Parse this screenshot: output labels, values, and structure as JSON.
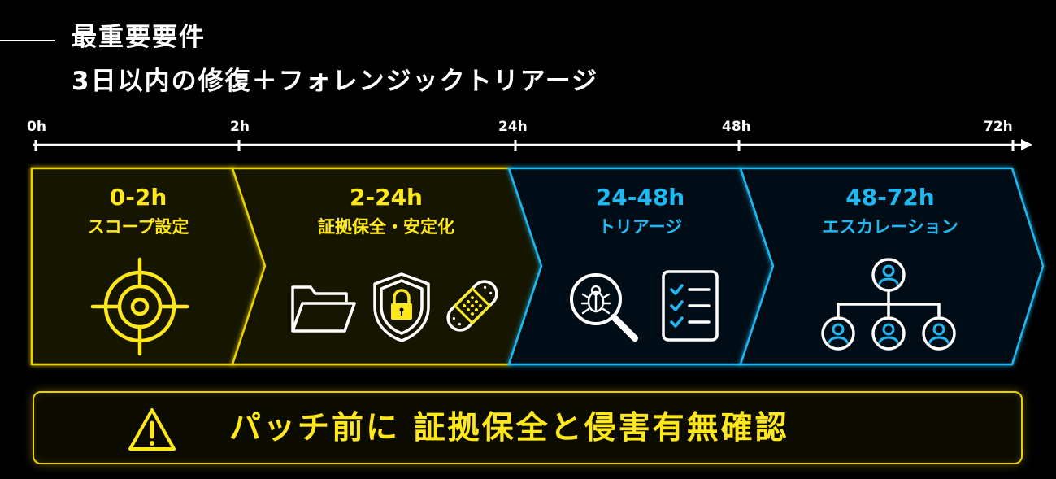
{
  "title": {
    "line1": "最重要要件",
    "line2": "3日以内の修復＋フォレンジックトリアージ"
  },
  "timeline": {
    "ticks": [
      "0h",
      "2h",
      "24h",
      "48h",
      "72h"
    ]
  },
  "stages": [
    {
      "range": "0-2h",
      "name": "スコープ設定",
      "color": "#ffe81a",
      "icons": [
        "target-icon"
      ]
    },
    {
      "range": "2-24h",
      "name": "証拠保全・安定化",
      "color": "#ffe81a",
      "icons": [
        "folder-icon",
        "shield-lock-icon",
        "bandage-icon"
      ]
    },
    {
      "range": "24-48h",
      "name": "トリアージ",
      "color": "#1fb8f2",
      "icons": [
        "bug-search-icon",
        "checklist-icon"
      ]
    },
    {
      "range": "48-72h",
      "name": "エスカレーション",
      "color": "#1fb8f2",
      "icons": [
        "org-chart-icon"
      ]
    }
  ],
  "banner": {
    "text": "パッチ前に 証拠保全と侵害有無確認",
    "icon": "warning-icon",
    "color": "#ffe81a"
  }
}
